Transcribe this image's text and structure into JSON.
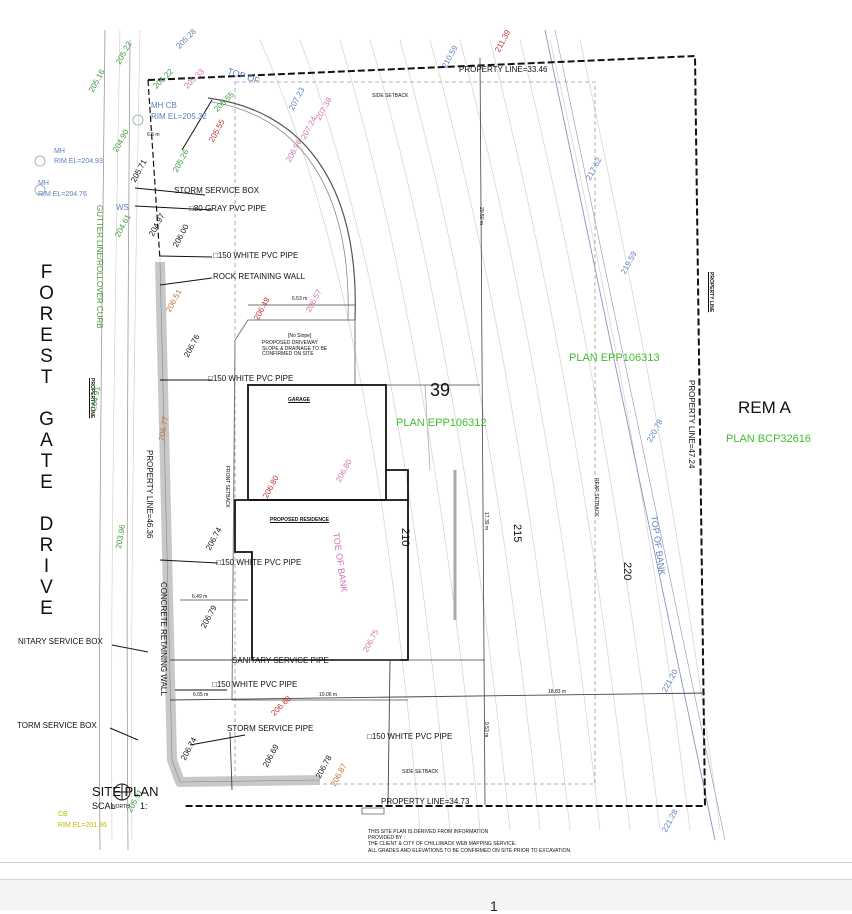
{
  "street": {
    "name": "FOREST GATE DRIVE"
  },
  "lot": {
    "number": "39",
    "plan": "PLAN EPP106312"
  },
  "neighbor": {
    "plan": "PLAN EPP106313",
    "rem": "REM A",
    "rem_plan": "PLAN BCP32616"
  },
  "property_lines": {
    "top": "PROPERTY LINE=33.46",
    "bottom": "PROPERTY LINE=34.73",
    "left": "PROPERTY LINE=46.36",
    "right": "PROPERTY LINE=47.24",
    "right_tag": "PROPERTY LINE",
    "left_tag": "PROPERTY LINE"
  },
  "buildings": {
    "garage": "GARAGE",
    "residence": "PROPOSED RESIDENCE"
  },
  "annotations": {
    "storm_service_box": "STORM SERVICE BOX",
    "gray_pvc": "□80 GRAY PVC PIPE",
    "white_pvc_1": "□150 WHITE PVC PIPE",
    "rock_wall": "ROCK RETAINING WALL",
    "white_pvc_2": "□150 WHITE PVC PIPE",
    "white_pvc_3": "□150 WHITE PVC PIPE",
    "sanitary_box": "NITARY SERVICE BOX",
    "sanitary_pipe": "SANITARY SERVICE PIPE",
    "white_pvc_4": "□150 WHITE PVC PIPE",
    "storm_box_2": "TORM SERVICE BOX",
    "storm_pipe": "STORM SERVICE PIPE",
    "white_pvc_5": "□150 WHITE PVC PIPE",
    "concrete_wall": "CONCRETE RETAINING WALL",
    "gutter": "GUTTER LINE/ROLLOVER CURB",
    "toe_of_bank": "TOE OF BANK",
    "top_of_bank": "TOP OF BANK",
    "top_of_bank_2": "TOP OF",
    "ws": "WS",
    "mh_cb": "MH CB",
    "rim_1": "RIM EL=205.32",
    "mh_a": "MH",
    "rim_a": "RIM EL=204.93",
    "mh_b": "MH",
    "rim_b": "RIM EL=204.76",
    "cb": "CB",
    "rim_cb": "RIM EL=201.36",
    "driveway": "PROPOSED DRIVEWAY SLOPE & DRAINAGE TO BE CONFIRMED ON SITE",
    "slope_tag": "[No Slope]",
    "side_setback_top": "SIDE SETBACK",
    "side_setback_bottom": "SIDE SETBACK",
    "rear_setback": "REAR SETBACK",
    "front_setback": "FRONT SETBACK"
  },
  "contours": {
    "c210": "210",
    "c215": "215",
    "c220": "220"
  },
  "dimensions": {
    "d1": "6.53 m",
    "d2": "6.49 m",
    "d3": "6.05 m",
    "d4": "10.06 m",
    "d5": "18.83 m",
    "d6": "6.5 m",
    "d7": "17.39 m",
    "d8": "9.53 m",
    "d9": "20.50 m"
  },
  "elevations": {
    "e1": "205.16",
    "e2": "205.22",
    "e3": "205.28",
    "e4": "205.22",
    "e5": "205.33",
    "e6": "205.55",
    "e7": "207.23",
    "e8": "207.24",
    "e9": "207.38",
    "e10": "210.59",
    "e11": "211.39",
    "e12": "204.90",
    "e13": "205.55",
    "e14": "205.26",
    "e15": "206.96",
    "e16": "204.61",
    "e17": "204.97",
    "e18": "206.00",
    "e19": "205.71",
    "e20": "206.49",
    "e21": "206.57",
    "e22": "206.51",
    "e23": "206.76",
    "e24": "206.77",
    "e25": "206.80",
    "e26": "206.80",
    "e27": "206.74",
    "e28": "206.79",
    "e29": "206.75",
    "e30": "206.74",
    "e31": "206.69",
    "e32": "206.78",
    "e33": "206.87",
    "e34": "206.68",
    "e35": "217.62",
    "e36": "219.59",
    "e37": "220.78",
    "e38": "221.20",
    "e39": "221.28",
    "e40": "203.96",
    "e41": "204.91",
    "e42": "205.91"
  },
  "title_block": {
    "site_plan": "SITE PLAN",
    "scale": "SCAL",
    "north": "NORTH",
    "ratio": "1:",
    "note_1": "THIS SITE PLAN IS DERIVED FROM INFORMATION",
    "note_2": "PROVIDED BY :",
    "note_3": "THE CLIENT & CITY OF CHILLIWACK WEB MAPPING SERVICE.",
    "note_4": "ALL GRADES AND ELEVATIONS TO BE CONFIRMED ON SITE PRIOR TO EXCAVATION."
  },
  "page": {
    "number": "1"
  }
}
